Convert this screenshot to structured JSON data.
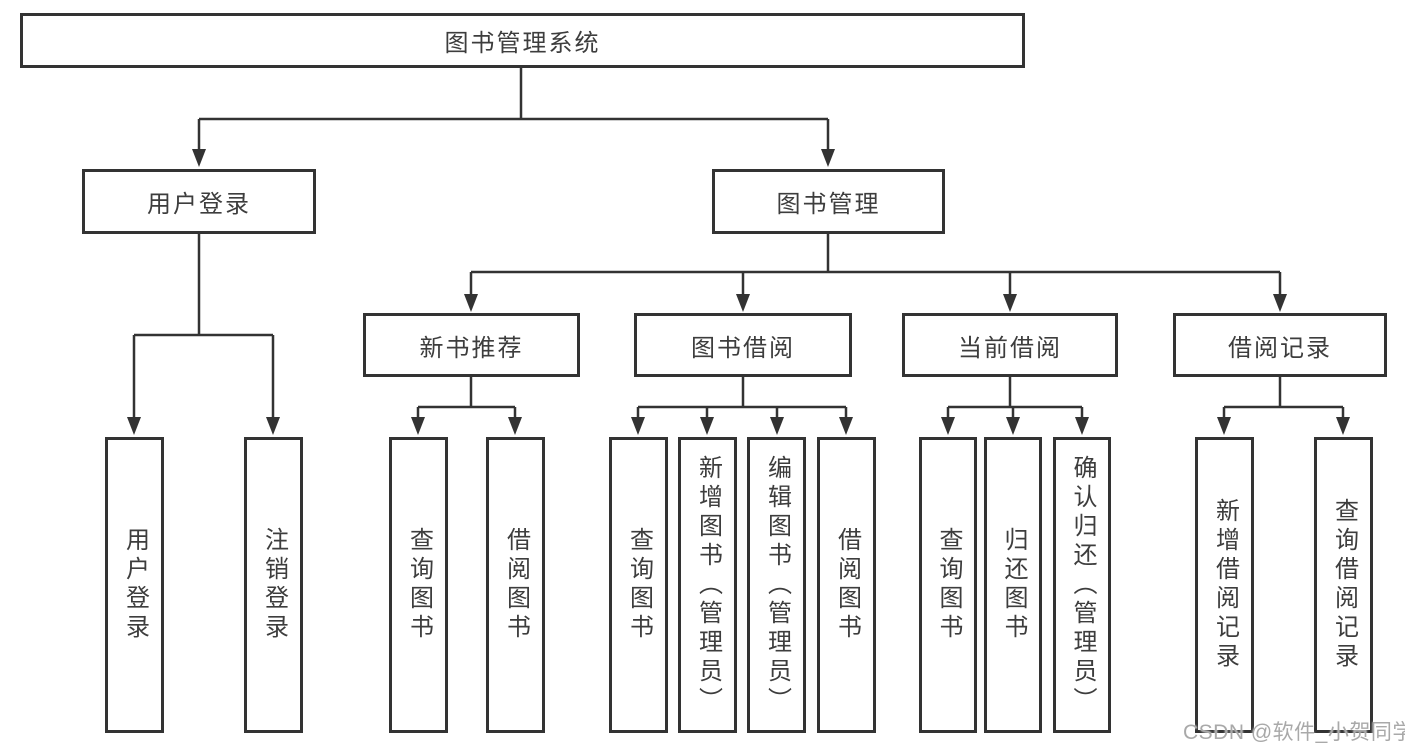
{
  "diagram": {
    "root": {
      "label": "图书管理系统"
    },
    "branches": [
      {
        "label": "用户登录",
        "leaves": [
          "用户登录",
          "注销登录"
        ]
      },
      {
        "label": "图书管理",
        "sections": [
          {
            "label": "新书推荐",
            "leaves": [
              "查询图书",
              "借阅图书"
            ]
          },
          {
            "label": "图书借阅",
            "leaves": [
              "查询图书",
              "新增图书（管理员）",
              "编辑图书（管理员）",
              "借阅图书"
            ]
          },
          {
            "label": "当前借阅",
            "leaves": [
              "查询图书",
              "归还图书",
              "确认归还（管理员）"
            ]
          },
          {
            "label": "借阅记录",
            "leaves": [
              "新增借阅记录",
              "查询借阅记录"
            ]
          }
        ]
      }
    ]
  },
  "watermark": {
    "text": "CSDN @软件_小贺同学"
  },
  "colors": {
    "line": "#333333",
    "text": "#3d3d3d",
    "watermark": "#a9a9a9",
    "background": "#ffffff"
  }
}
